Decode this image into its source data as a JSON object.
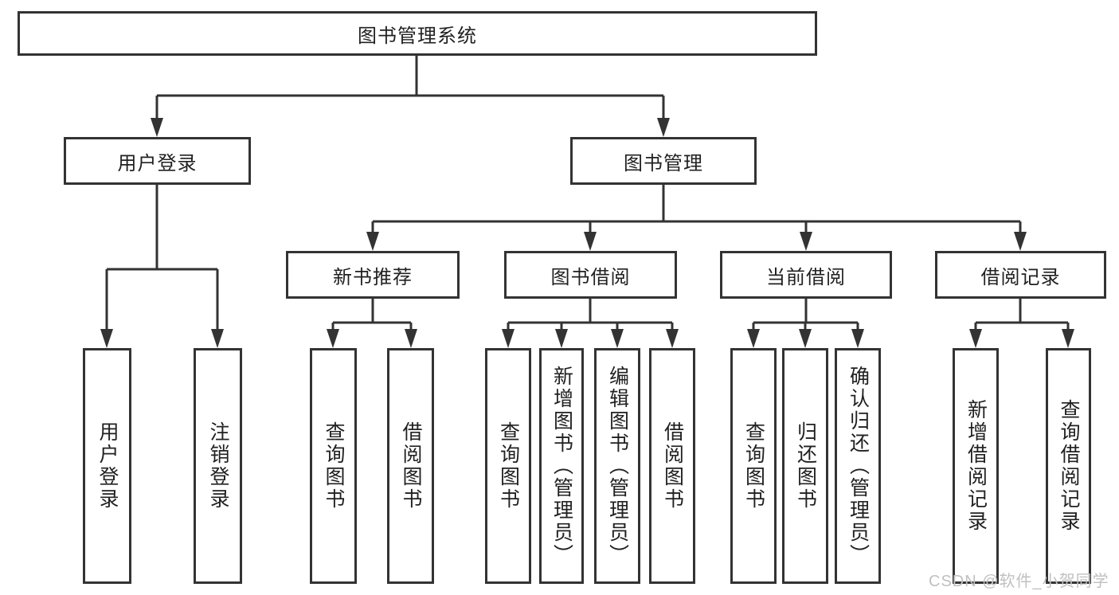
{
  "diagram": {
    "root": {
      "label": "图书管理系统"
    },
    "branches": [
      {
        "label": "用户登录",
        "children": [
          {
            "label": "用户登录"
          },
          {
            "label": "注销登录"
          }
        ]
      },
      {
        "label": "图书管理",
        "children": [
          {
            "label": "新书推荐",
            "children": [
              {
                "label": "查询图书"
              },
              {
                "label": "借阅图书"
              }
            ]
          },
          {
            "label": "图书借阅",
            "children": [
              {
                "label": "查询图书"
              },
              {
                "label": "新增图书（管理员）"
              },
              {
                "label": "编辑图书（管理员）"
              },
              {
                "label": "借阅图书"
              }
            ]
          },
          {
            "label": "当前借阅",
            "children": [
              {
                "label": "查询图书"
              },
              {
                "label": "归还图书"
              },
              {
                "label": "确认归还（管理员）"
              }
            ]
          },
          {
            "label": "借阅记录",
            "children": [
              {
                "label": "新增借阅记录"
              },
              {
                "label": "查询借阅记录"
              }
            ]
          }
        ]
      }
    ]
  },
  "watermark": {
    "text": "CSDN @软件_小贺同学",
    "color": "#c0c0c0"
  },
  "colors": {
    "line": "#333333",
    "text": "#212121",
    "box_background": "#ffffff",
    "page_background": "#ffffff"
  },
  "icons": {
    "arrowhead": "triangle-down"
  }
}
